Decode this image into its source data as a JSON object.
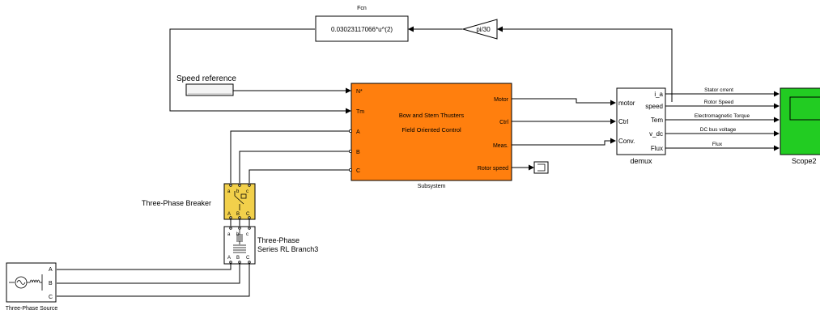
{
  "fcn": {
    "title": "Fcn",
    "expr": "0.03023117066*u^(2)"
  },
  "gain": {
    "value": "pi/30"
  },
  "speed_ref": {
    "label": "Speed reference"
  },
  "subsystem": {
    "name": "Subsystem",
    "line1": "Bow and Stern Thusters",
    "line2": "Field Oriented Control",
    "in_ports": [
      "N*",
      "Tm",
      "A",
      "B",
      "C"
    ],
    "out_ports": [
      "Motor",
      "Ctrl",
      "Meas.",
      "Rotor speed"
    ],
    "color": "#ff7f0e"
  },
  "demux": {
    "name": "demux",
    "in_ports": [
      "motor",
      "Ctrl",
      "Conv."
    ],
    "out_ports": [
      "i_a",
      "speed",
      "Tem",
      "v_dc",
      "Flux"
    ]
  },
  "signals": [
    "Stator crrent",
    "Rotor Speed",
    "Electromagnetic Torque",
    "DC bus voltage",
    "Flux"
  ],
  "scope": {
    "name": "Scope2",
    "color": "#22cc22"
  },
  "breaker": {
    "name": "Three-Phase Breaker",
    "color": "#f2d04b"
  },
  "rl_branch": {
    "name_line1": "Three-Phase",
    "name_line2": "Series RL Branch3"
  },
  "source": {
    "name": "Three-Phase Source"
  },
  "phase_ports": [
    "A",
    "B",
    "C"
  ],
  "phase_ports_lower": [
    "a",
    "b",
    "c"
  ]
}
